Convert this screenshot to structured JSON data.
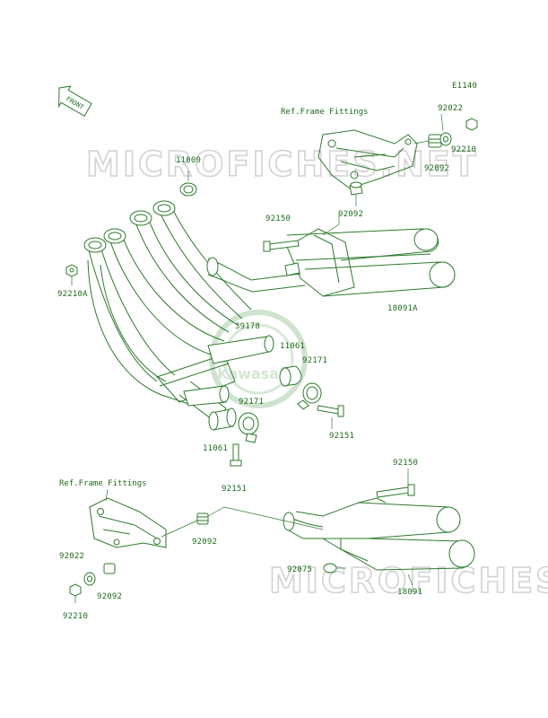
{
  "diagram": {
    "code": "E1140",
    "front_label": "FRONT",
    "watermark": "MICROFICHES.NET",
    "brand_mark": "Kawasaki",
    "ref_frame_top": "Ref.Frame Fittings",
    "ref_frame_bottom": "Ref.Frame Fittings",
    "colors": {
      "line": "#2d7a2d",
      "text": "#1f6a1f",
      "watermark": "#d2d2d2"
    },
    "part_numbers": {
      "p11009": "11009",
      "p92210A": "92210A",
      "p92022_top": "92022",
      "p92210_top": "92210",
      "p92092_top1": "92092",
      "p92092_top2": "92092",
      "p92150_top": "92150",
      "p18091A": "18091A",
      "p39178": "39178",
      "p11061_a": "11061",
      "p92171_a": "92171",
      "p92171_b": "92171",
      "p92151_a": "92151",
      "p11061_b": "11061",
      "p92151_b": "92151",
      "p92150_bottom": "92150",
      "p92092_bottom1": "92092",
      "p92022_bottom": "92022",
      "p92092_bottom2": "92092",
      "p92075": "92075",
      "p18091": "18091",
      "p92210_bottom": "92210"
    }
  }
}
